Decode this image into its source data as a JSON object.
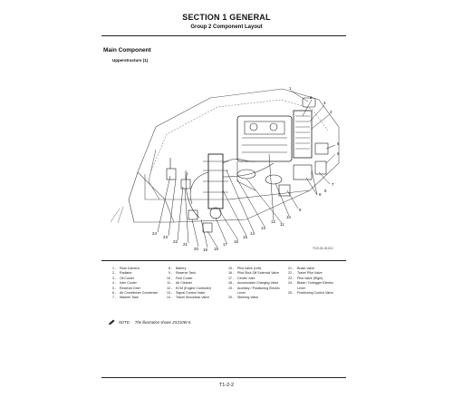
{
  "header": {
    "section_title": "SECTION 1 GENERAL",
    "group_title": "Group 2 Component Layout"
  },
  "section": {
    "heading": "Main Component",
    "subheading": "Upperstructure (1)"
  },
  "figure": {
    "code": "TC2I-01-02-012",
    "callouts": [
      "1",
      "2",
      "3",
      "4",
      "5",
      "6",
      "7",
      "8",
      "8",
      "9",
      "10",
      "11",
      "12",
      "13",
      "14",
      "15",
      "16",
      "17",
      "18",
      "19",
      "20",
      "21",
      "22",
      "23",
      "24",
      "25"
    ]
  },
  "legend": {
    "columns": [
      [
        {
          "num": "1",
          "text": "Rear Camera"
        },
        {
          "num": "2",
          "text": "Radiator"
        },
        {
          "num": "3",
          "text": "Oil Cooler"
        },
        {
          "num": "4",
          "text": "Inter Cooler"
        },
        {
          "num": "5",
          "text": "Receiver Drier"
        },
        {
          "num": "6",
          "text": "Air Conditioner Condenser"
        },
        {
          "num": "7",
          "text": "Washer Tank"
        }
      ],
      [
        {
          "num": "8",
          "text": "Battery"
        },
        {
          "num": "9",
          "text": "Reserve Tank"
        },
        {
          "num": "10",
          "text": "Fuel Cooler"
        },
        {
          "num": "11",
          "text": "Air Cleaner"
        },
        {
          "num": "12",
          "text": "ECM (Engine Controller)"
        },
        {
          "num": "13",
          "text": "Signal Control Valve"
        },
        {
          "num": "14",
          "text": "Travel Shockless Valve"
        }
      ],
      [
        {
          "num": "15",
          "text": "Pilot Valve (Left)"
        },
        {
          "num": "16",
          "text": "Pilot Shut-Off Solenoid Valve"
        },
        {
          "num": "17",
          "text": "Center Joint"
        },
        {
          "num": "18",
          "text": "Accumulator Charging Valve"
        },
        {
          "num": "19",
          "text": "Auxiliary / Positioning Electric"
        },
        {
          "num": "",
          "text": "Lever"
        },
        {
          "num": "20",
          "text": "Steering Valve"
        }
      ],
      [
        {
          "num": "21",
          "text": "Brake Valve"
        },
        {
          "num": "22",
          "text": "Travel Pilot Valve"
        },
        {
          "num": "23",
          "text": "Pilot Valve (Right)"
        },
        {
          "num": "24",
          "text": "Blade / Outrigger Electric"
        },
        {
          "num": "",
          "text": "Lever"
        },
        {
          "num": "25",
          "text": "Positioning Control Valve"
        }
      ]
    ]
  },
  "note": {
    "label": "NOTE:",
    "text": "The illustration shows ZX210W-5."
  },
  "footer": {
    "page_number": "T1-2-2"
  }
}
